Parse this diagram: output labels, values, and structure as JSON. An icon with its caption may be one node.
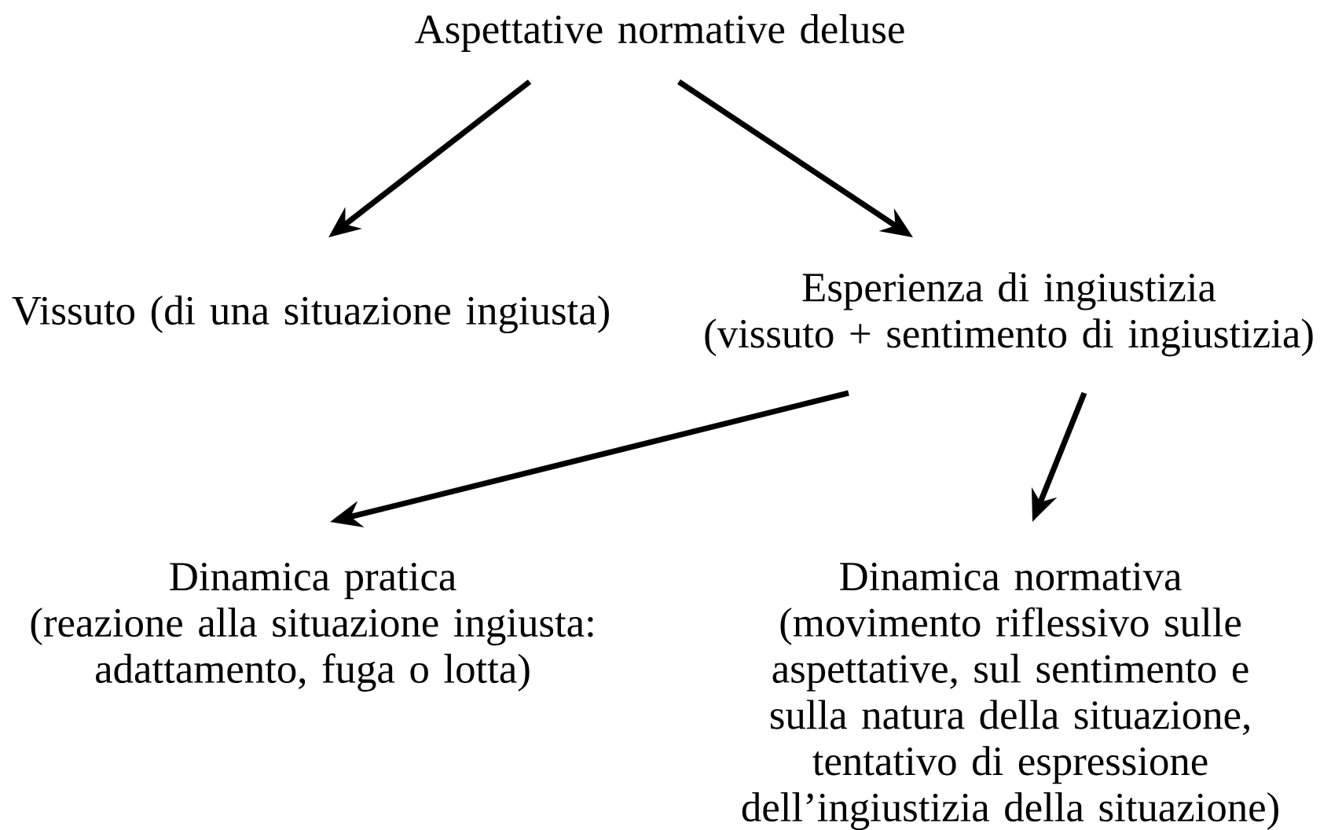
{
  "diagram": {
    "nodes": [
      {
        "text": [
          "Aspettative normative deluse"
        ]
      },
      {
        "text": [
          "Vissuto (di una situazione ingiusta)"
        ]
      },
      {
        "text": [
          "Esperienza di ingiustizia",
          "(vissuto + sentimento di ingiustizia)"
        ]
      },
      {
        "text": [
          "Dinamica pratica",
          "(reazione alla situazione ingiusta: adattamento, fuga o lotta)"
        ]
      },
      {
        "text": [
          "Dinamica normativa",
          "(movimento riflessivo sulle aspettative, sul sentimento e sulla natura della situazione, tentativo di espressione dell’ingiustizia della situazione)"
        ]
      }
    ],
    "edges": [
      {
        "from": 0,
        "to": 1,
        "arrow": "to"
      },
      {
        "from": 0,
        "to": 2,
        "arrow": "to"
      },
      {
        "from": 2,
        "to": 3,
        "arrow": "to"
      },
      {
        "from": 2,
        "to": 4,
        "arrow": "to"
      }
    ]
  }
}
